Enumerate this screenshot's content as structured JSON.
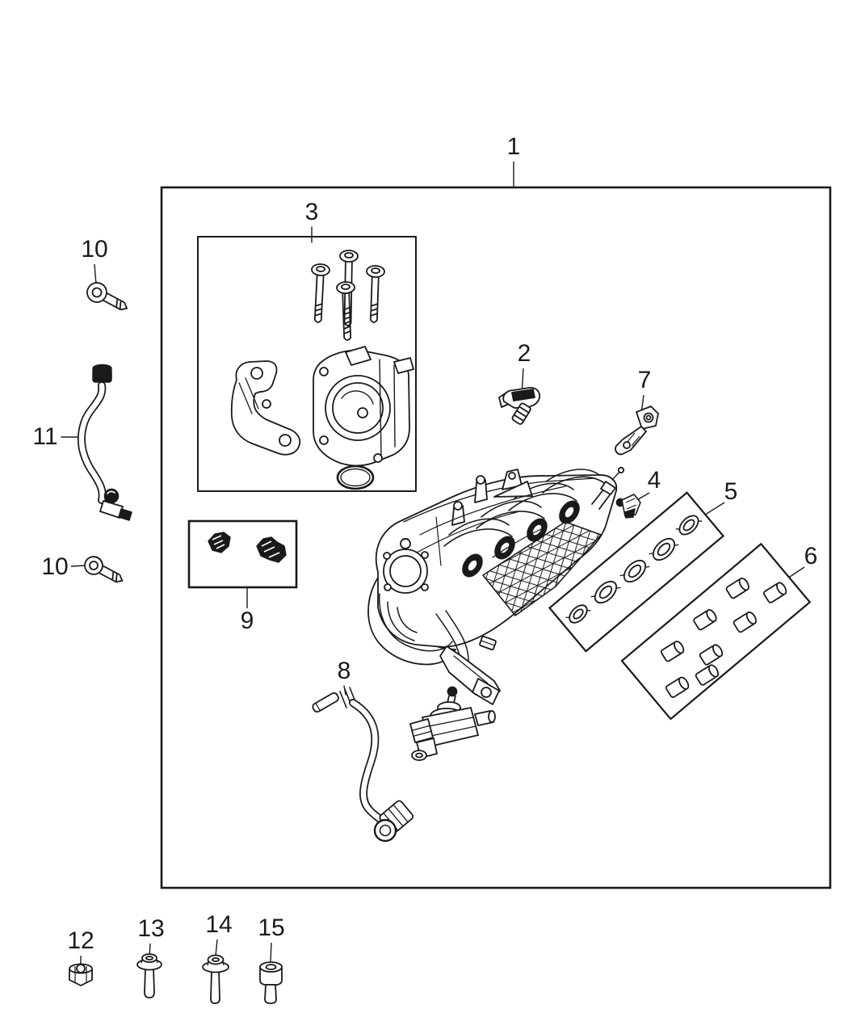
{
  "diagram": {
    "background_color": "#ffffff",
    "line_color": "#1a1a1a",
    "callouts": {
      "c1": "1",
      "c2": "2",
      "c3": "3",
      "c4": "4",
      "c5": "5",
      "c6": "6",
      "c7": "7",
      "c8": "8",
      "c9": "9",
      "c10a": "10",
      "c10b": "10",
      "c11": "11",
      "c12": "12",
      "c13": "13",
      "c14": "14",
      "c15": "15"
    }
  }
}
